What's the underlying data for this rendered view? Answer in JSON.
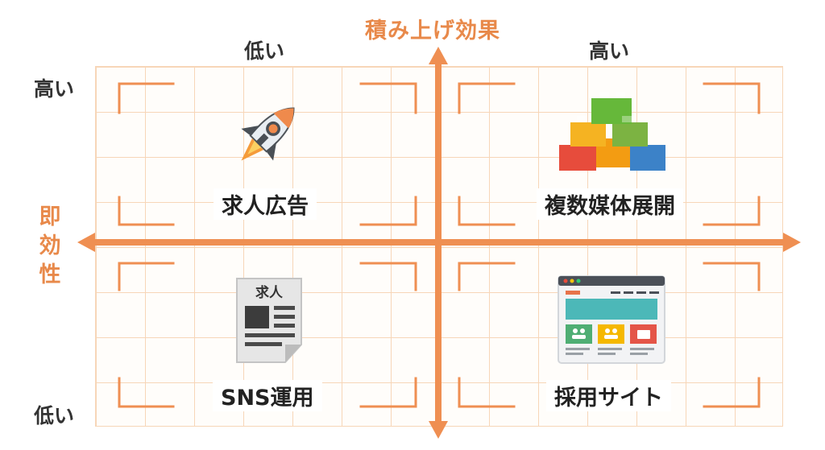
{
  "axes": {
    "vertical_title": "積み上げ効果",
    "horizontal_title_chars": [
      "即",
      "効",
      "性"
    ],
    "top_left_level": "低い",
    "top_right_level": "高い",
    "left_top_level": "高い",
    "left_bottom_level": "低い"
  },
  "quadrants": {
    "top_left": {
      "label": "求人広告",
      "icon": "rocket-icon"
    },
    "top_right": {
      "label": "複数媒体展開",
      "icon": "stacked-blocks-icon"
    },
    "bottom_left": {
      "label": "SNS運用",
      "icon": "job-posting-document-icon",
      "icon_text": "求人"
    },
    "bottom_right": {
      "label": "採用サイト",
      "icon": "recruitment-website-icon"
    }
  },
  "colors": {
    "accent": "#e8894a",
    "grid": "#f7d6b8",
    "text": "#222222"
  }
}
